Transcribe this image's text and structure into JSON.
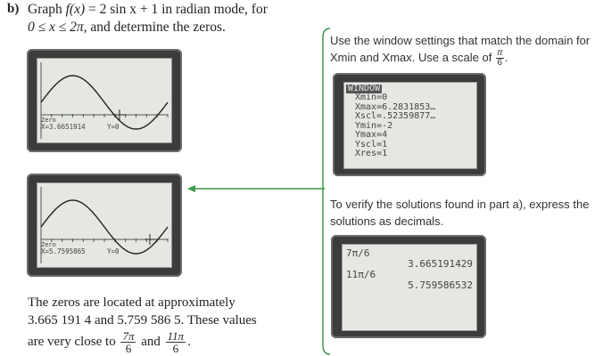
{
  "problem": {
    "label": "b)",
    "line1_prefix": "Graph ",
    "line1_func": "f(x)",
    "line1_eq": " = 2 sin x + 1 in radian mode, for",
    "line2_domain": "0 ≤ x ≤ 2π",
    "line2_suffix": ", and determine the zeros."
  },
  "graph1": {
    "readout_title": "Zero",
    "readout_x": "X=3.6651914",
    "readout_y": "Y=0"
  },
  "graph2": {
    "readout_title": "Zero",
    "readout_x": "X=5.7595865",
    "readout_y": "Y=0"
  },
  "note1": {
    "text_a": "Use the window settings that match the domain for",
    "text_b": "Xmin and Xmax. Use a scale of",
    "frac_num": "π",
    "frac_den": "6"
  },
  "window_screen": {
    "title": "WINDOW",
    "lines": [
      "Xmin=0",
      "Xmax=6.2831853…",
      "Xscl=.52359877…",
      "Ymin=-2",
      "Ymax=4",
      "Yscl=1",
      "Xres=1"
    ]
  },
  "note2": {
    "text_a": "To verify the solutions found in part a), express the",
    "text_b": "solutions as decimals."
  },
  "decimal_screen": {
    "expr1": "7π/6",
    "val1": "3.665191429",
    "expr2": "11π/6",
    "val2": "5.759586532"
  },
  "conclusion": {
    "line1": "The zeros are located at approximately",
    "line2": "3.665 191 4 and 5.759 586 5. These values",
    "line3_prefix": "are very close to",
    "frac1_num": "7π",
    "frac1_den": "6",
    "and": "and",
    "frac2_num": "11π",
    "frac2_den": "6",
    "end": "."
  },
  "colors": {
    "arrow_green": "#3a9a4a",
    "calc_body": "#3c3c3c",
    "screen_bg": "#e4e7e2"
  }
}
